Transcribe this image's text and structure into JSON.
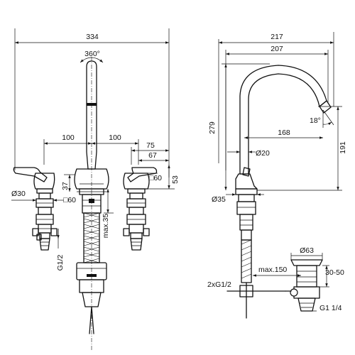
{
  "front_view": {
    "overall_width": "334",
    "rotation": "360°",
    "left_spacing": "100",
    "right_spacing": "100",
    "dim_75": "75",
    "dim_67": "67",
    "plate_right": "□60",
    "height_53": "53",
    "height_37": "37",
    "dia_30": "Ø30",
    "plate_center": "□60",
    "max_35": "max.35",
    "thread_g12": "G1/2"
  },
  "side_view": {
    "depth_217": "217",
    "reach_207": "207",
    "height_279": "279",
    "spout_height_191": "191",
    "reach_168": "168",
    "angle_18": "18°",
    "dia_20": "Ø20",
    "dia_35": "Ø35",
    "dia_63": "Ø63",
    "max_150": "max.150",
    "range_30_50": "30-50",
    "thread_2xg12": "2xG1/2",
    "thread_g114": "G1 1/4"
  }
}
